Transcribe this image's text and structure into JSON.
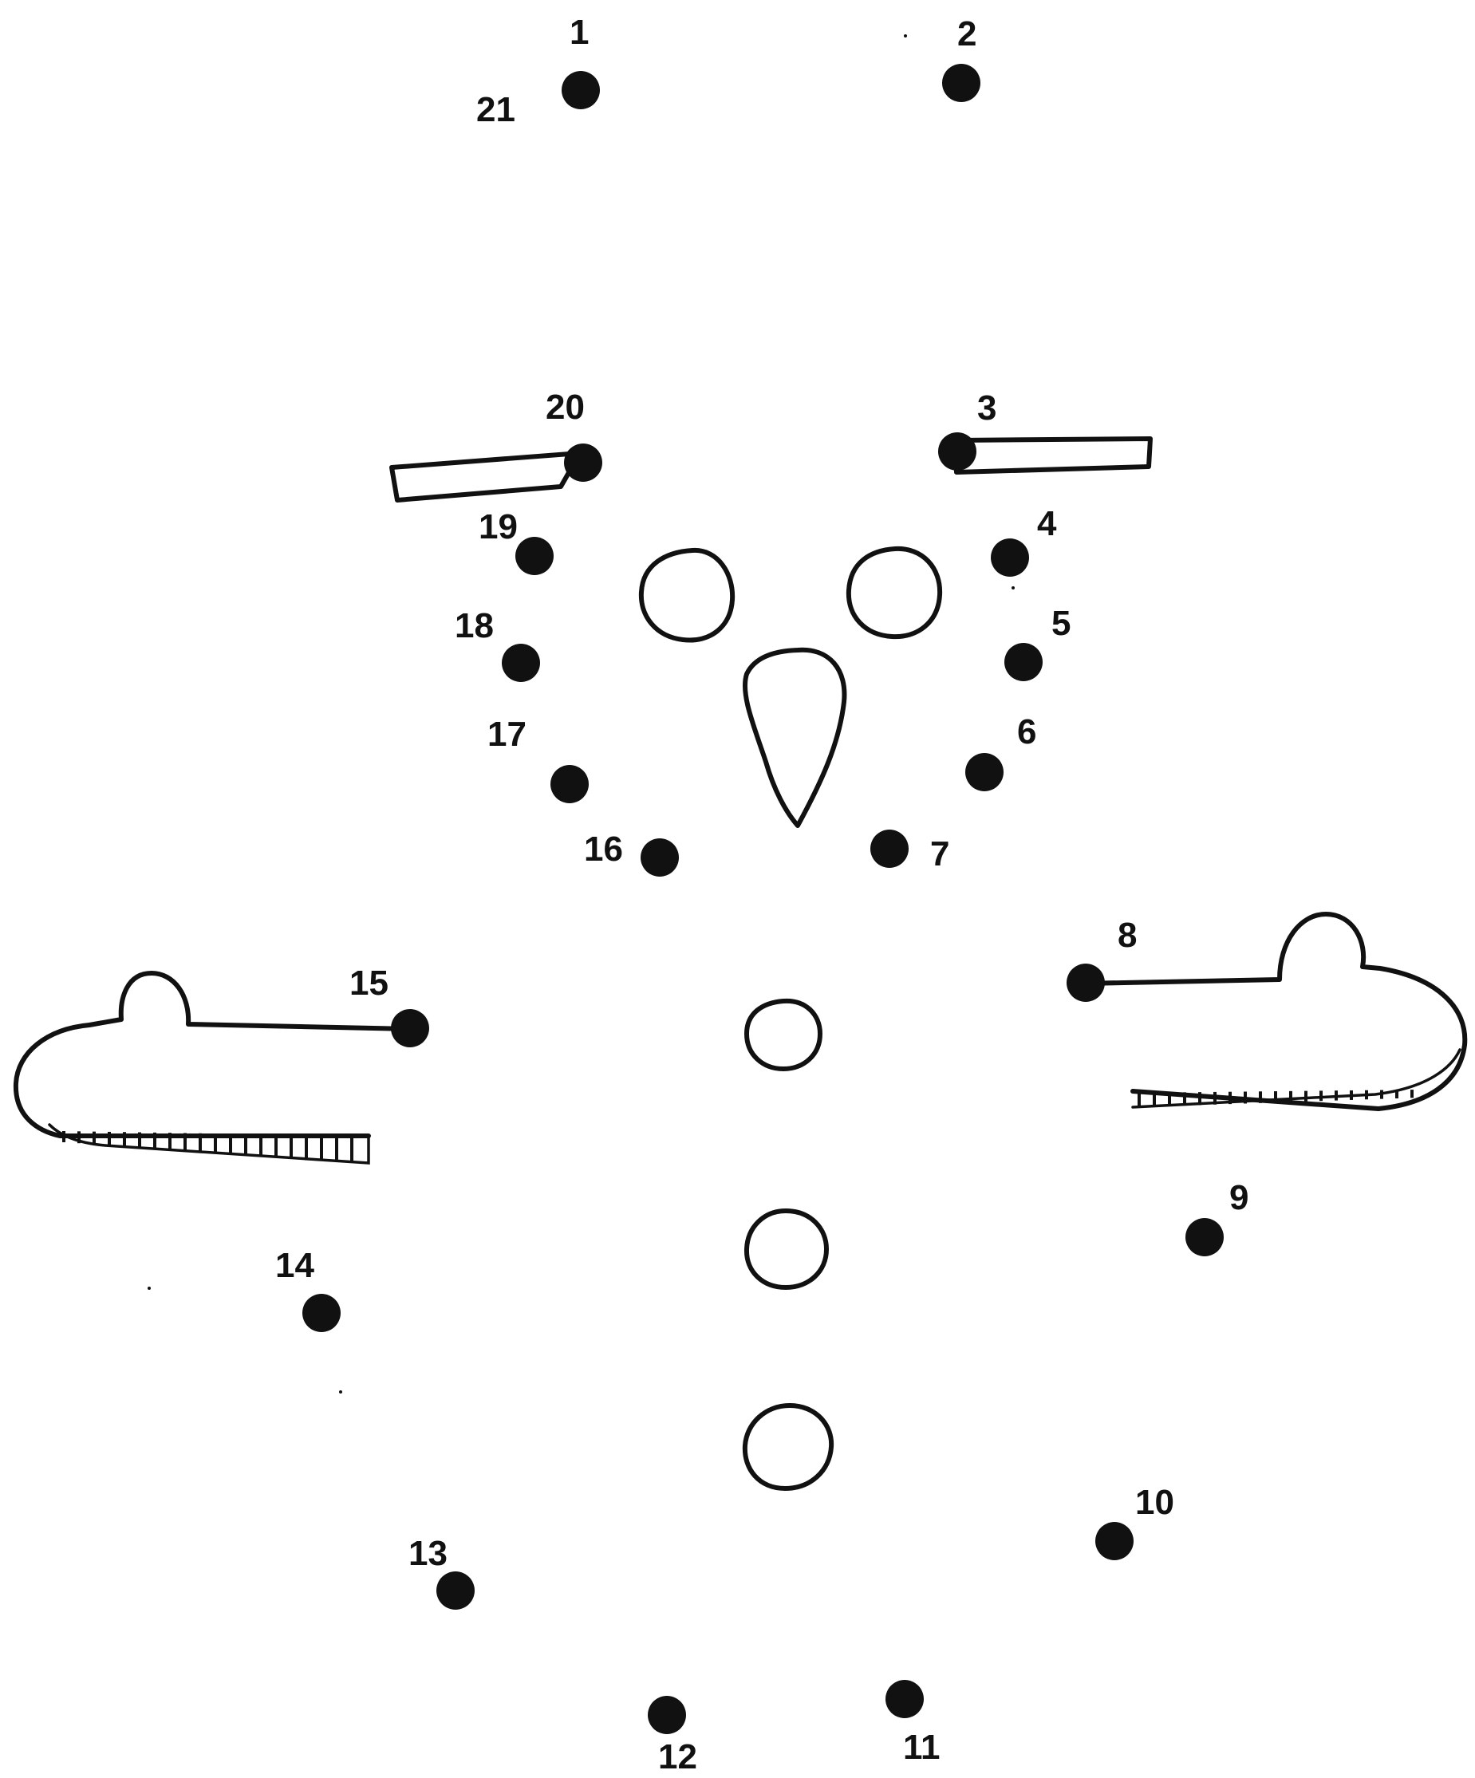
{
  "colors": {
    "ink": "#111111",
    "paper": "#ffffff"
  },
  "puzzle": {
    "dots": [
      {
        "id": 1,
        "label": "1"
      },
      {
        "id": 2,
        "label": "2"
      },
      {
        "id": 3,
        "label": "3"
      },
      {
        "id": 4,
        "label": "4"
      },
      {
        "id": 5,
        "label": "5"
      },
      {
        "id": 6,
        "label": "6"
      },
      {
        "id": 7,
        "label": "7"
      },
      {
        "id": 8,
        "label": "8"
      },
      {
        "id": 9,
        "label": "9"
      },
      {
        "id": 10,
        "label": "10"
      },
      {
        "id": 11,
        "label": "11"
      },
      {
        "id": 12,
        "label": "12"
      },
      {
        "id": 13,
        "label": "13"
      },
      {
        "id": 14,
        "label": "14"
      },
      {
        "id": 15,
        "label": "15"
      },
      {
        "id": 16,
        "label": "16"
      },
      {
        "id": 17,
        "label": "17"
      },
      {
        "id": 18,
        "label": "18"
      },
      {
        "id": 19,
        "label": "19"
      },
      {
        "id": 20,
        "label": "20"
      }
    ],
    "extra_labels": {
      "closing_label": "21"
    }
  }
}
